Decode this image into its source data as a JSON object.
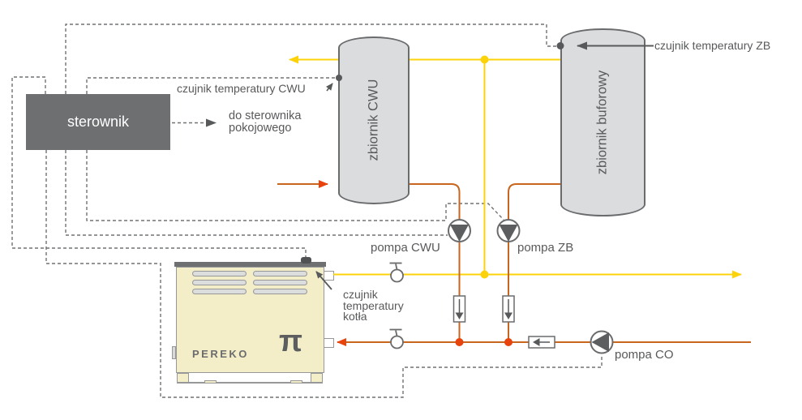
{
  "colors": {
    "supply": "#fcd30b",
    "ret": "#c8661f",
    "accent": "#e8430d",
    "ink": "#58595b",
    "wire": "#717274",
    "tank-fill": "#dbdcdd",
    "tank-stroke": "#6a6b6d",
    "ctrl-fill": "#6e6f71",
    "ctrl-text": "#ffffff",
    "boiler-fill": "#f3edc8",
    "boiler-stroke": "#97989a",
    "vent-fill": "#dcdddd",
    "brand-ink": "#6b6c6e"
  },
  "controller": {
    "label": "sterownik"
  },
  "labels": {
    "sensor_cwu": "czujnik temperatury CWU",
    "sensor_zb": "czujnik temperatury ZB",
    "sensor_boiler_l1": "czujnik",
    "sensor_boiler_l2": "temperatury",
    "sensor_boiler_l3": "kotła",
    "room_l1": "do sterownika",
    "room_l2": "pokojowego",
    "pump_cwu": "pompa CWU",
    "pump_zb": "pompa ZB",
    "pump_co": "pompa CO"
  },
  "tanks": {
    "cwu": "zbiornik CWU",
    "buffer": "zbiornik buforowy"
  },
  "boiler": {
    "brand": "PEREKO",
    "logo": "π"
  }
}
